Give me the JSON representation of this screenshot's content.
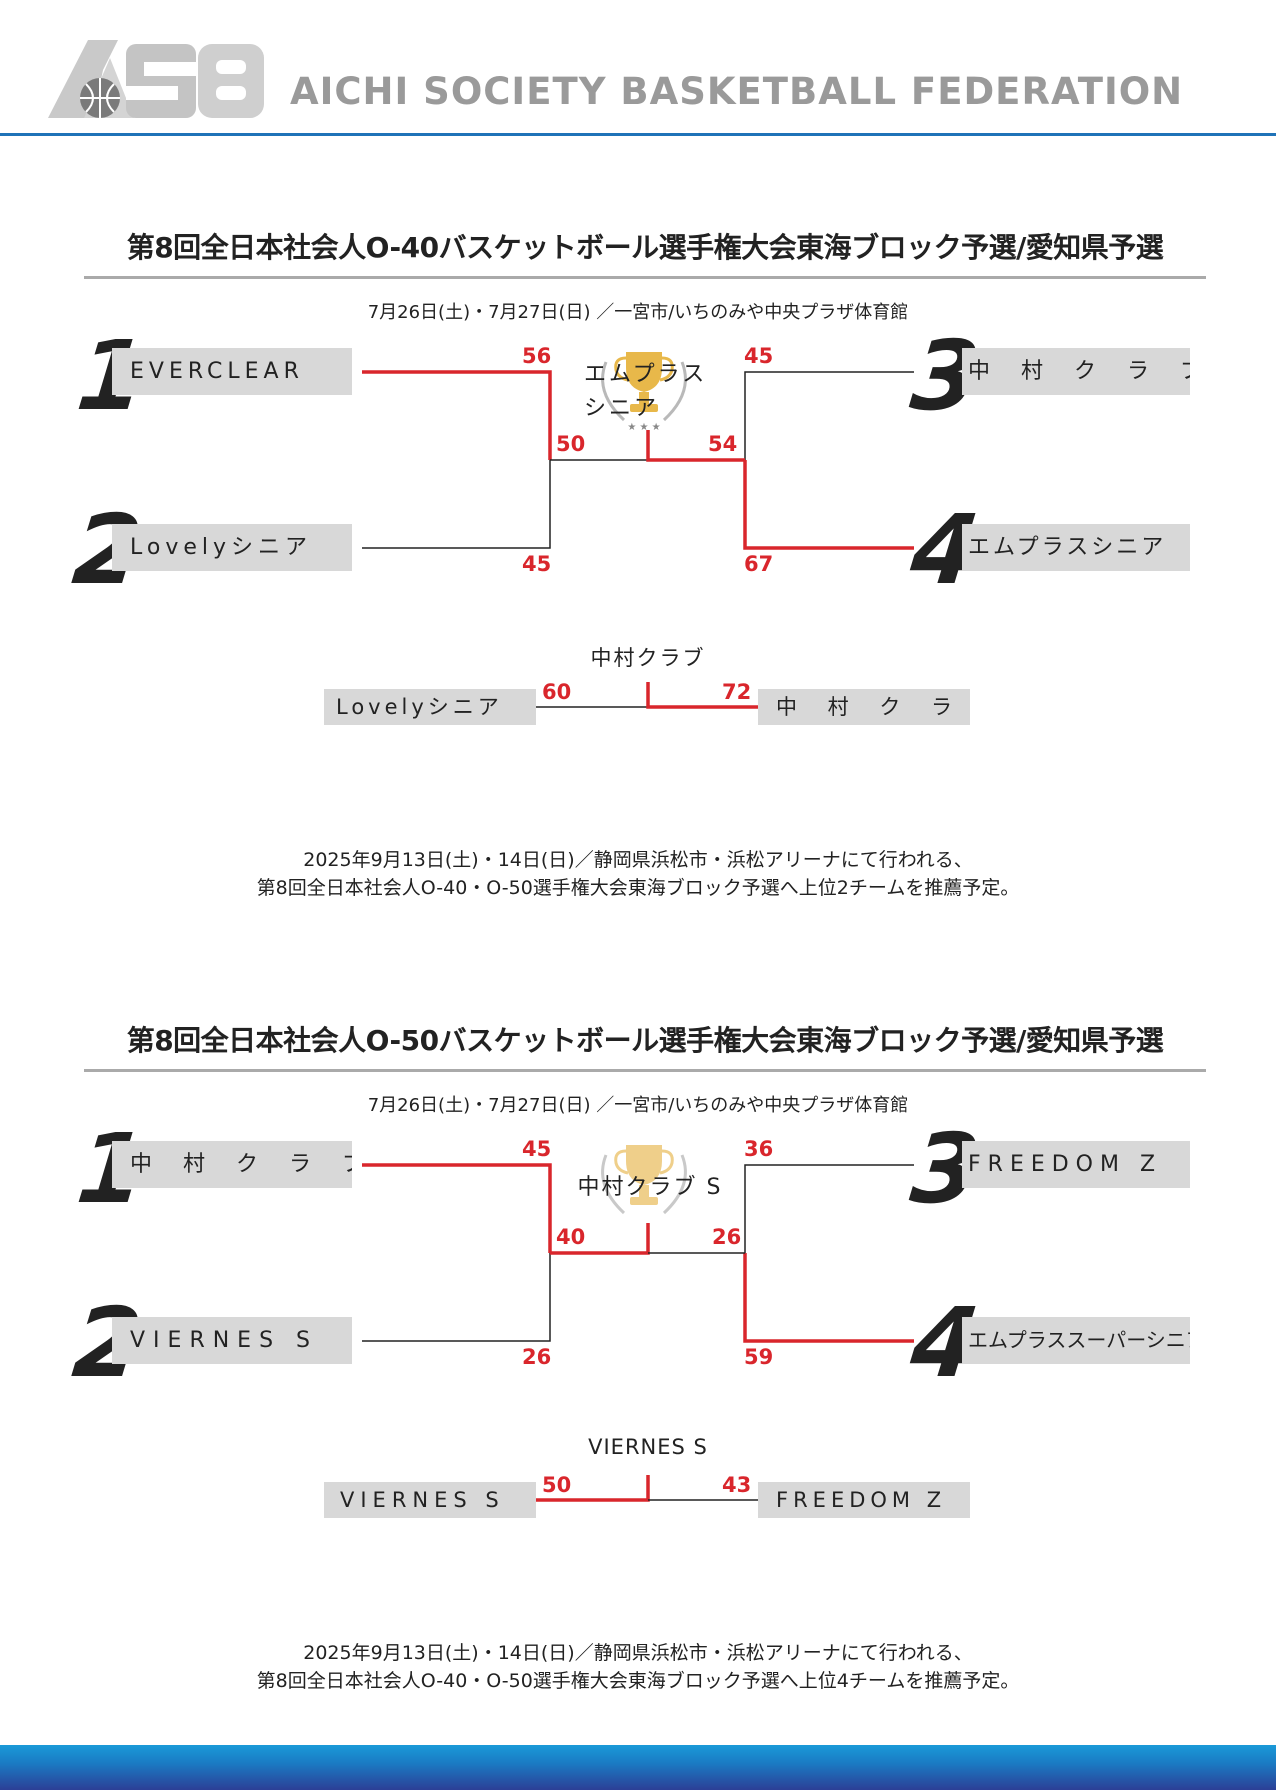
{
  "header": {
    "logo_text": "ASB",
    "federation_name": "AICHI SOCIETY BASKETBALL FEDERATION"
  },
  "sections": [
    {
      "title": "第8回全日本社会人O-40バスケットボール選手権大会東海ブロック予選/愛知県予選",
      "date_line": "7月26日(土)・7月27日(日) ／一宮市/いちのみや中央プラザ体育館",
      "seeds": [
        "1",
        "2",
        "3",
        "4"
      ],
      "teams": {
        "t1": "EVERCLEAR",
        "t2": "Lovelyシニア",
        "t3": "中 村 ク ラ ブ",
        "t4": "エムプラスシニア"
      },
      "scores": {
        "sf1_top": "56",
        "sf1_bottom": "45",
        "sf2_top": "45",
        "sf2_bottom": "67",
        "final_left": "50",
        "final_right": "54"
      },
      "champion": "エムプラスシニア",
      "third_place": {
        "winner_label": "中村クラブ",
        "left_team": "Lovelyシニア",
        "right_team": "中 村 ク ラ ブ",
        "left_score": "60",
        "right_score": "72"
      },
      "note_lines": [
        "2025年9月13日(土)・14日(日)／静岡県浜松市・浜松アリーナにて行われる、",
        "第8回全日本社会人O-40・O-50選手権大会東海ブロック予選へ上位2チームを推薦予定。"
      ]
    },
    {
      "title": "第8回全日本社会人O-50バスケットボール選手権大会東海ブロック予選/愛知県予選",
      "date_line": "7月26日(土)・7月27日(日) ／一宮市/いちのみや中央プラザ体育館",
      "seeds": [
        "1",
        "2",
        "3",
        "4"
      ],
      "teams": {
        "t1": "中 村 ク ラ ブ　S",
        "t2": "VIERNES S",
        "t3": "FREEDOM Z",
        "t4": "エムプラススーパーシニア"
      },
      "scores": {
        "sf1_top": "45",
        "sf1_bottom": "26",
        "sf2_top": "36",
        "sf2_bottom": "59",
        "final_left": "40",
        "final_right": "26"
      },
      "champion": "中村クラブ S",
      "third_place": {
        "winner_label": "VIERNES S",
        "left_team": "VIERNES S",
        "right_team": "FREEDOM Z",
        "left_score": "50",
        "right_score": "43"
      },
      "note_lines": [
        "2025年9月13日(土)・14日(日)／静岡県浜松市・浜松アリーナにて行われる、",
        "第8回全日本社会人O-40・O-50選手権大会東海ブロック予選へ上位4チームを推薦予定。"
      ]
    }
  ],
  "colors": {
    "win_line": "#d9262c",
    "lose_line": "#222222",
    "accent_blue": "#1f73b8",
    "team_box": "#d8d8d8"
  }
}
